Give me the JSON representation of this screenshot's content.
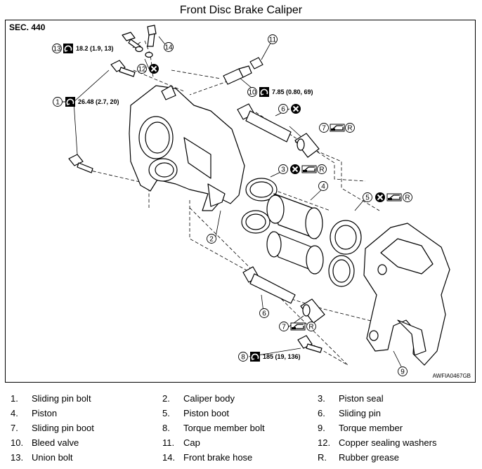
{
  "title": "Front Disc Brake Caliper",
  "section": "SEC. 440",
  "figure_ref": "AWFIA0467GB",
  "callouts": [
    {
      "num": "1",
      "torque": "26.48 (2.7, 20)"
    },
    {
      "num": "2"
    },
    {
      "num": "3",
      "marks": [
        "replace",
        "grease"
      ],
      "grease": "R"
    },
    {
      "num": "4"
    },
    {
      "num": "5",
      "marks": [
        "replace",
        "grease"
      ],
      "grease": "R"
    },
    {
      "num": "6",
      "marks": [
        "replace"
      ]
    },
    {
      "num": "6"
    },
    {
      "num": "7",
      "marks": [
        "grease"
      ],
      "grease": "R"
    },
    {
      "num": "7",
      "marks": [
        "grease"
      ],
      "grease": "R"
    },
    {
      "num": "8",
      "torque": "185 (19, 136)"
    },
    {
      "num": "9"
    },
    {
      "num": "10",
      "torque": "7.85 (0.80, 69)"
    },
    {
      "num": "11"
    },
    {
      "num": "12",
      "marks": [
        "replace"
      ]
    },
    {
      "num": "13",
      "torque": "18.2 (1.9, 13)"
    },
    {
      "num": "14"
    }
  ],
  "legend": [
    {
      "num": "1.",
      "label": "Sliding pin bolt"
    },
    {
      "num": "2.",
      "label": "Caliper body"
    },
    {
      "num": "3.",
      "label": "Piston seal"
    },
    {
      "num": "4.",
      "label": "Piston"
    },
    {
      "num": "5.",
      "label": "Piston boot"
    },
    {
      "num": "6.",
      "label": "Sliding pin"
    },
    {
      "num": "7.",
      "label": "Sliding pin boot"
    },
    {
      "num": "8.",
      "label": "Torque member bolt"
    },
    {
      "num": "9.",
      "label": "Torque member"
    },
    {
      "num": "10.",
      "label": "Bleed valve"
    },
    {
      "num": "11.",
      "label": "Cap"
    },
    {
      "num": "12.",
      "label": "Copper sealing washers"
    },
    {
      "num": "13.",
      "label": "Union bolt"
    },
    {
      "num": "14.",
      "label": "Front brake hose"
    },
    {
      "num": "R.",
      "label": "Rubber grease"
    }
  ]
}
